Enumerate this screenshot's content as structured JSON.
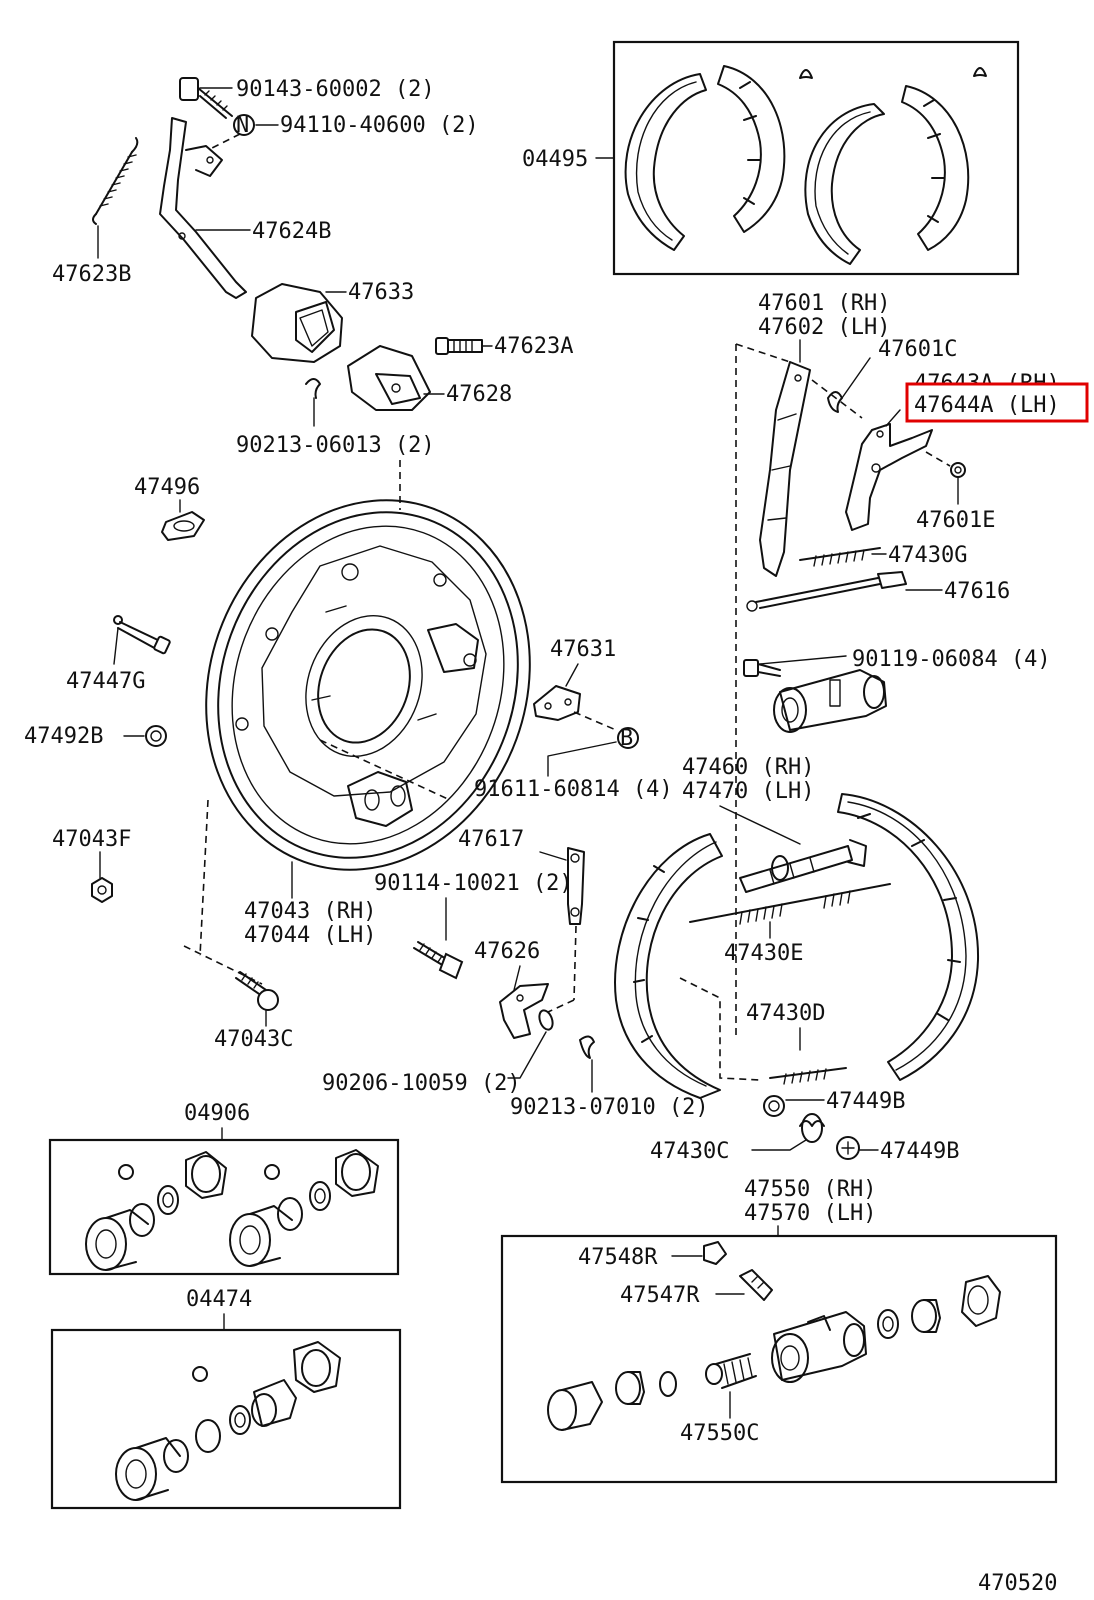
{
  "diagram_code": "470520",
  "highlight_color": "#e00000",
  "labels": {
    "p90143": "90143-60002 (2)",
    "p94110": "94110-40600 (2)",
    "p94110_mark": "N",
    "p47624B": "47624B",
    "p47623B": "47623B",
    "p47633": "47633",
    "p47623A": "47623A",
    "p47628": "47628",
    "p90213_06013": "90213-06013 (2)",
    "p47496": "47496",
    "p47447G": "47447G",
    "p47492B": "47492B",
    "p47043F": "47043F",
    "p47043_rh": "47043 (RH)",
    "p47044_lh": "47044 (LH)",
    "p47043C": "47043C",
    "p47631": "47631",
    "p91611": "91611-60814 (4)",
    "p91611_mark": "B",
    "p47617": "47617",
    "p90114": "90114-10021 (2)",
    "p47626": "47626",
    "p90206": "90206-10059 (2)",
    "p90213_07010": "90213-07010 (2)",
    "p04495": "04495",
    "p47601_rh": "47601 (RH)",
    "p47602_lh": "47602 (LH)",
    "p47601C": "47601C",
    "p47643A_rh": "47643A (RH)",
    "p47644A_lh": "47644A (LH)",
    "p47601E": "47601E",
    "p47430G": "47430G",
    "p47616": "47616",
    "p90119": "90119-06084 (4)",
    "p47460_rh": "47460 (RH)",
    "p47470_lh": "47470 (LH)",
    "p47430E": "47430E",
    "p47430D": "47430D",
    "p47449B_a": "47449B",
    "p47430C": "47430C",
    "p47449B_b": "47449B",
    "p04906": "04906",
    "p04474": "04474",
    "p47550_rh": "47550 (RH)",
    "p47570_lh": "47570 (LH)",
    "p47548R": "47548R",
    "p47547R": "47547R",
    "p47550C": "47550C"
  }
}
